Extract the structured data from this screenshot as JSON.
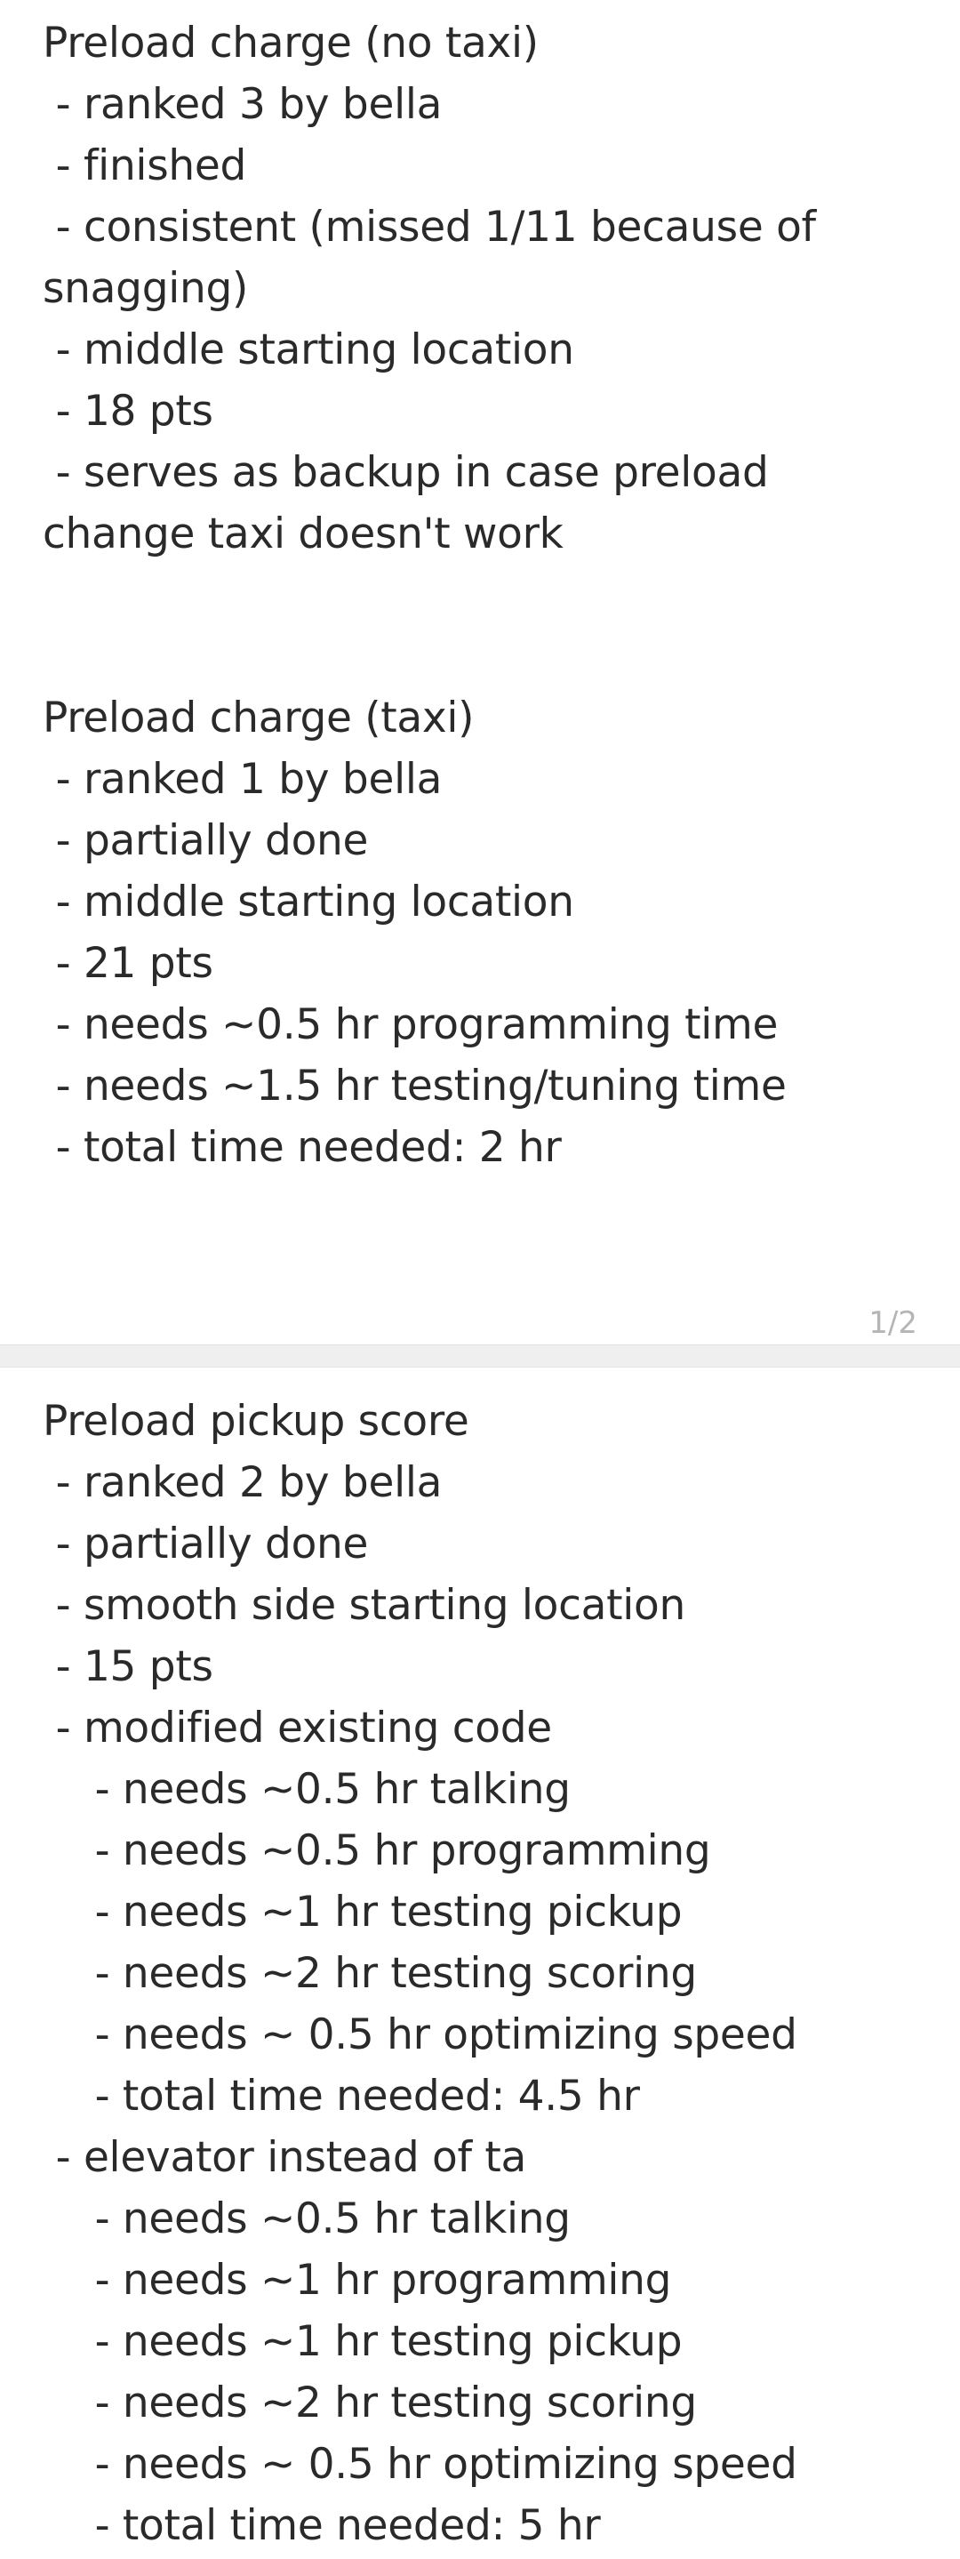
{
  "page1": {
    "lines": [
      "Preload charge (no taxi)",
      " - ranked 3 by bella",
      " - finished",
      " - consistent (missed 1/11 because of snagging)",
      " - middle starting location",
      " - 18 pts",
      " - serves as backup in case preload change taxi doesn't work",
      "",
      "",
      "Preload charge (taxi)",
      " - ranked 1 by bella",
      " - partially done",
      " - middle starting location",
      " - 21 pts",
      " - needs ~0.5 hr programming time",
      " - needs ~1.5 hr testing/tuning time",
      " - total time needed: 2 hr"
    ],
    "counter": "1/2"
  },
  "page2": {
    "lines": [
      "Preload pickup score",
      " - ranked 2 by bella",
      " - partially done",
      " - smooth side starting location",
      " - 15 pts",
      " - modified existing code",
      "    - needs ~0.5 hr talking",
      "    - needs ~0.5 hr programming",
      "    - needs ~1 hr testing pickup",
      "    - needs ~2 hr testing scoring",
      "    - needs ~ 0.5 hr optimizing speed",
      "    - total time needed: 4.5 hr",
      " - elevator instead of ta",
      "    - needs ~0.5 hr talking",
      "    - needs ~1 hr programming",
      "    - needs ~1 hr testing pickup",
      "    - needs ~2 hr testing scoring",
      "    - needs ~ 0.5 hr optimizing speed",
      "    - total time needed: 5 hr"
    ]
  }
}
